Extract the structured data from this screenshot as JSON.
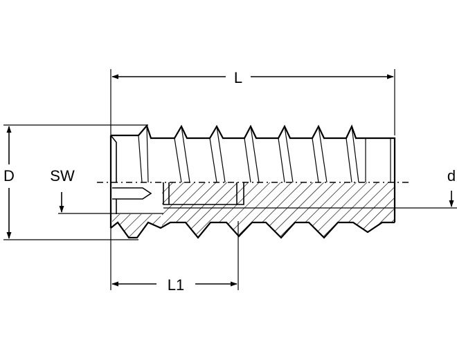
{
  "labels": {
    "length": "L",
    "diameter": "D",
    "socket": "SW",
    "inner": "d",
    "length1": "L1"
  }
}
